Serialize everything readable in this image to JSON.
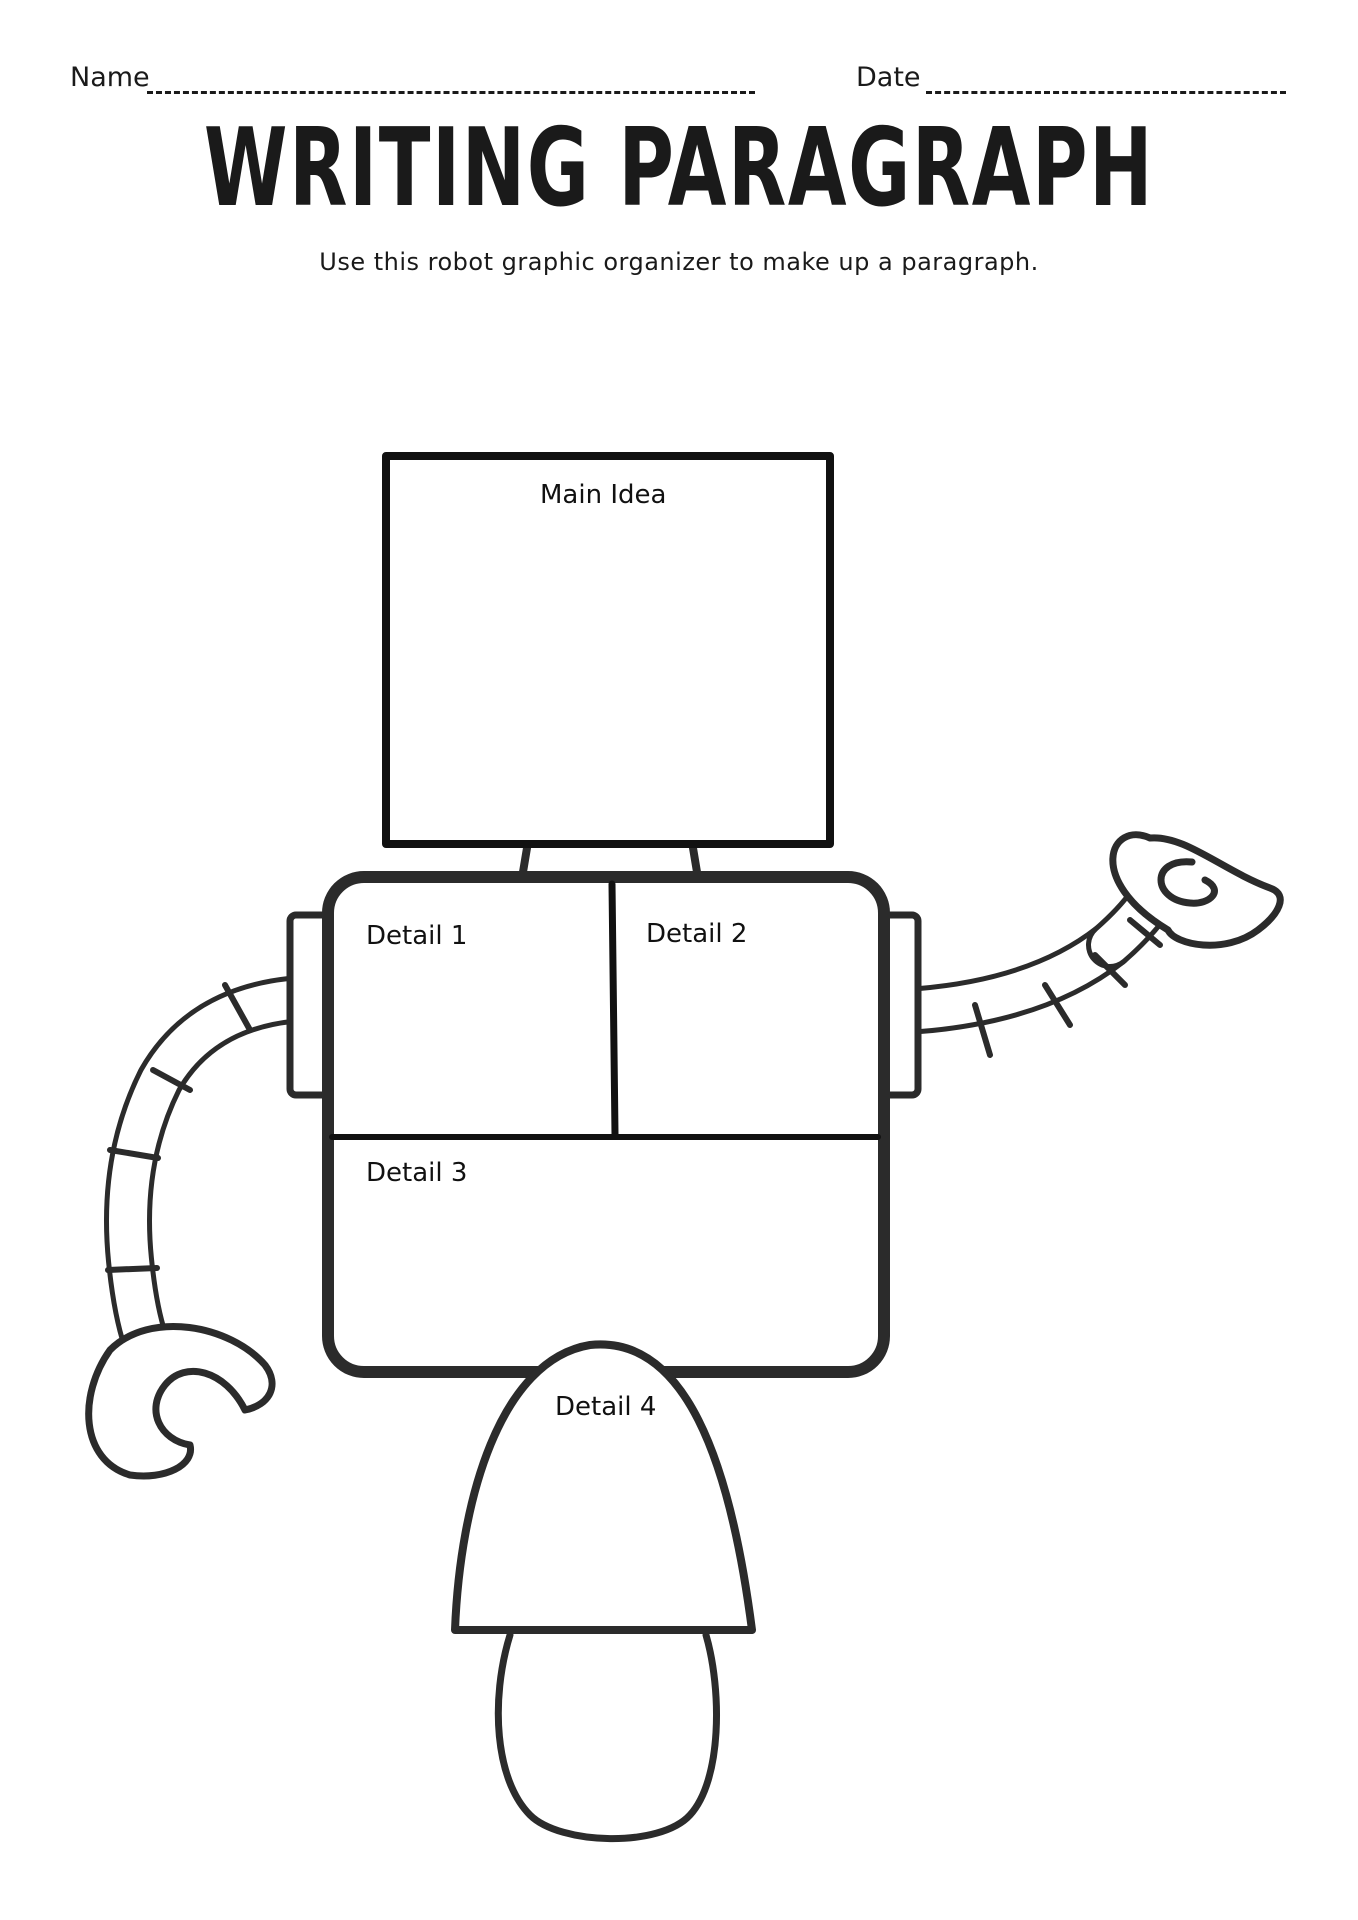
{
  "header": {
    "name_label": "Name",
    "date_label": "Date"
  },
  "title": "WRITING PARAGRAPH",
  "subtitle": "Use this robot graphic organizer to make up a paragraph.",
  "organizer": {
    "main_idea": "Main Idea",
    "detail_1": "Detail 1",
    "detail_2": "Detail 2",
    "detail_3": "Detail 3",
    "detail_4": "Detail 4"
  },
  "colors": {
    "ink": "#2b2b2b",
    "paper": "#ffffff"
  }
}
